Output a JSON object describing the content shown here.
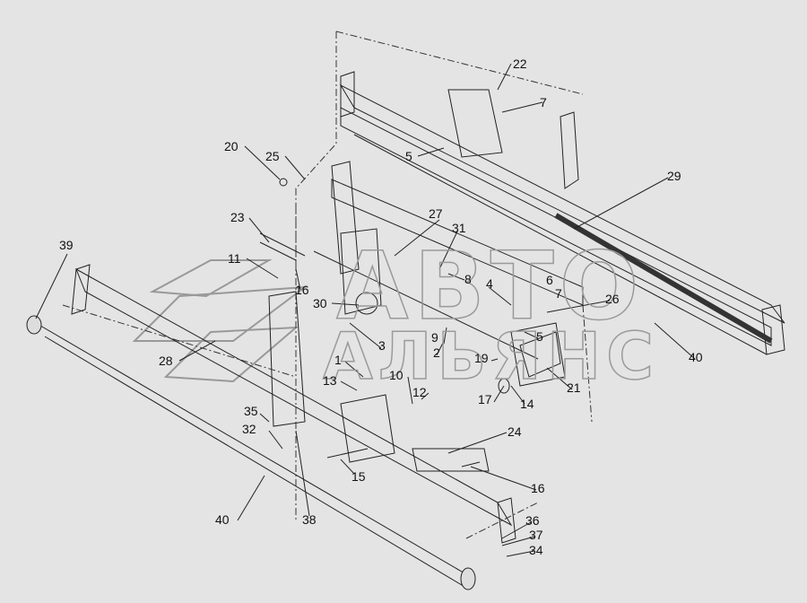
{
  "diagram": {
    "type": "exploded-parts-diagram",
    "watermark": "АВТО АЛЬЯНС",
    "callouts": [
      "22",
      "7",
      "5",
      "20",
      "25",
      "29",
      "27",
      "23",
      "31",
      "11",
      "8",
      "4",
      "6",
      "16",
      "7",
      "26",
      "30",
      "39",
      "9",
      "5",
      "3",
      "2",
      "19",
      "40",
      "28",
      "1",
      "10",
      "13",
      "12",
      "17",
      "14",
      "21",
      "35",
      "24",
      "32",
      "15",
      "16",
      "40",
      "38",
      "36",
      "37",
      "34"
    ]
  }
}
